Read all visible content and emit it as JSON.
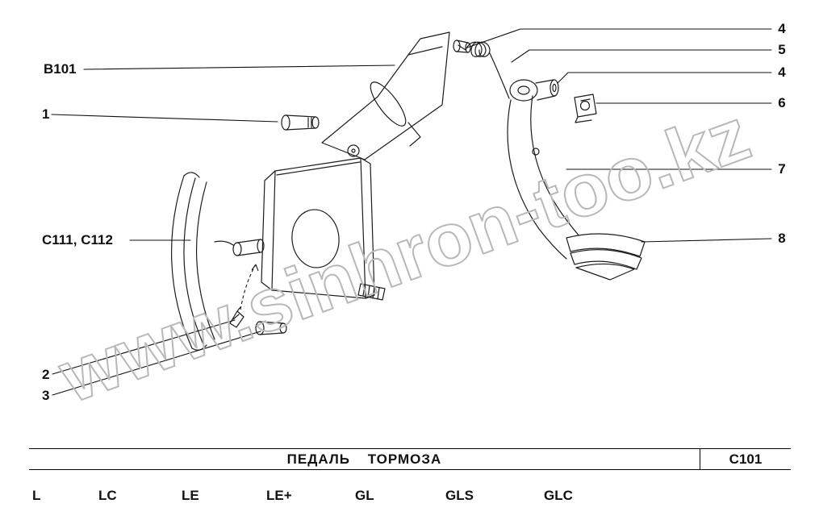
{
  "watermark": "www.sinhron-too.kz",
  "callouts": {
    "left": [
      {
        "label": "B101"
      },
      {
        "label": "1"
      },
      {
        "label": "C111, C112"
      },
      {
        "label": "2"
      },
      {
        "label": "3"
      }
    ],
    "right": [
      {
        "label": "4"
      },
      {
        "label": "5"
      },
      {
        "label": "4"
      },
      {
        "label": "6"
      },
      {
        "label": "7"
      },
      {
        "label": "8"
      }
    ]
  },
  "footer": {
    "title": "ПЕДАЛЬ ТОРМОЗА",
    "code": "C101",
    "trims": [
      "L",
      "LC",
      "LE",
      "LE+",
      "GL",
      "GLS",
      "GLC"
    ]
  }
}
